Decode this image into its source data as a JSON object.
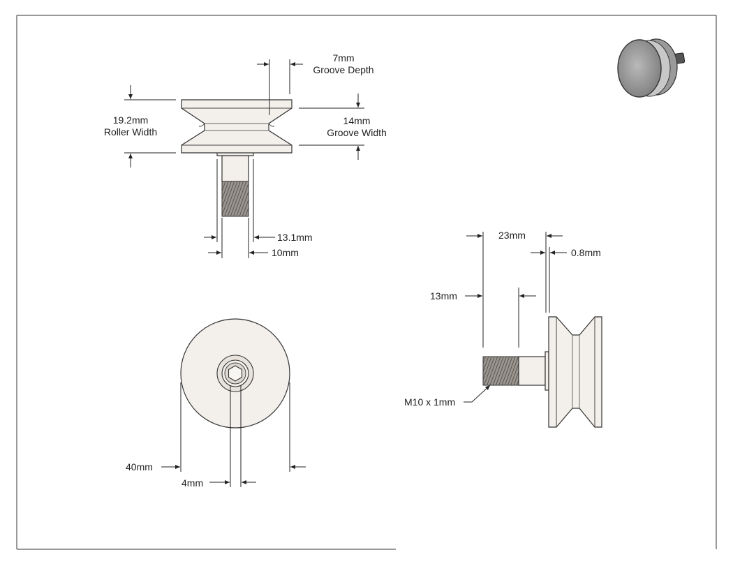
{
  "dimensions": {
    "groove_depth_value": "7mm",
    "groove_depth_label": "Groove Depth",
    "roller_width_value": "19.2mm",
    "roller_width_label": "Roller Width",
    "groove_width_value": "14mm",
    "groove_width_label": "Groove Width",
    "shoulder_diameter": "13.1mm",
    "shaft_diameter": "10mm",
    "outer_diameter": "40mm",
    "hex_size": "4mm",
    "overall_length": "23mm",
    "flange_offset": "0.8mm",
    "thread_length": "13mm",
    "thread_spec": "M10 x 1mm"
  }
}
